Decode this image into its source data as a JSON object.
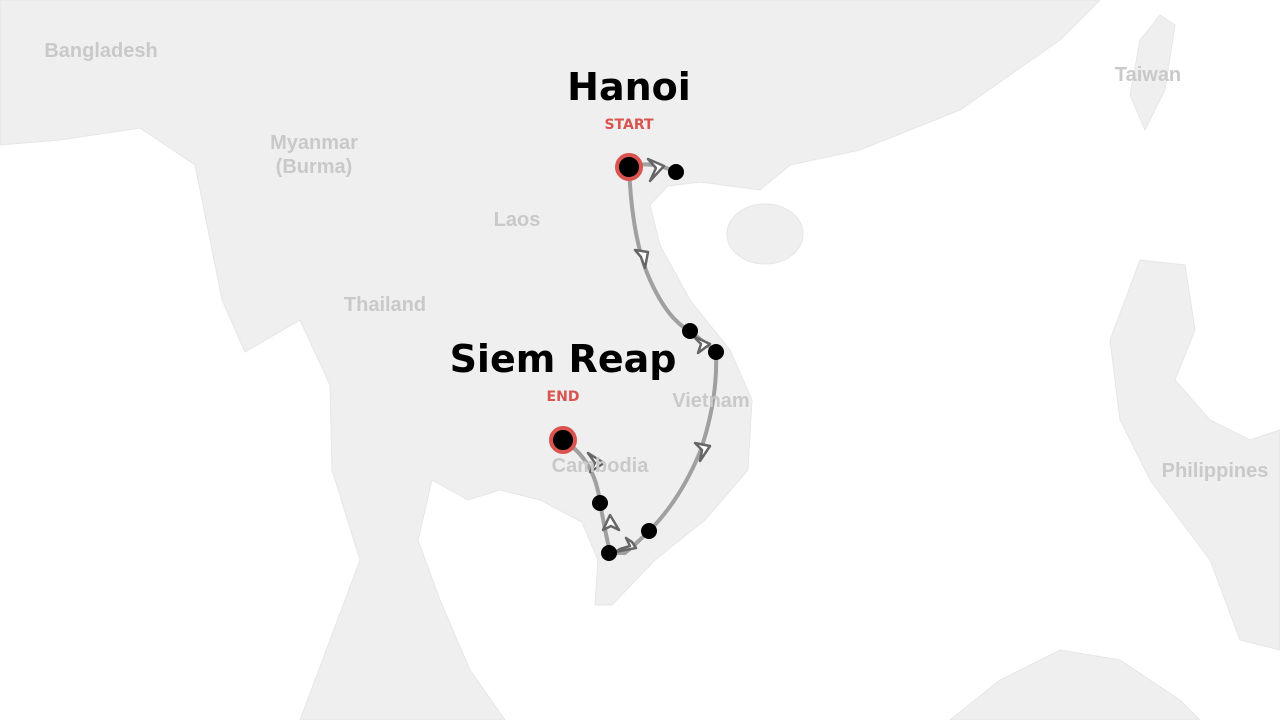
{
  "colors": {
    "land": "#efefef",
    "sea": "#ffffff",
    "route": "#a0a0a0",
    "endpoint_ring": "#d9534f",
    "label_tag": "#d9534f",
    "country_label": "#c9c9c9"
  },
  "countries": [
    "Bangladesh",
    "Myanmar\n(Burma)",
    "Laos",
    "Thailand",
    "Vietnam",
    "Cambodia",
    "Taiwan",
    "Philippines"
  ],
  "route": {
    "start": {
      "name": "Hanoi",
      "tag": "START"
    },
    "end": {
      "name": "Siem Reap",
      "tag": "END"
    },
    "stop_count": 7,
    "transport_icons": [
      "arrow-icon",
      "arrow-icon",
      "arrow-icon",
      "arrow-icon",
      "plane-icon",
      "arrow-icon",
      "arrow-icon"
    ]
  }
}
